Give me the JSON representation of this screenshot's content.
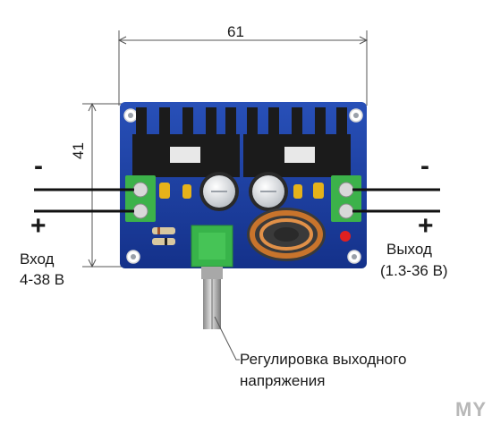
{
  "dimensions": {
    "width_label": "61",
    "height_label": "41"
  },
  "input": {
    "minus_sign": "-",
    "plus_sign": "+",
    "label": "Вход",
    "range": "4-38 В"
  },
  "output": {
    "minus_sign": "-",
    "plus_sign": "+",
    "label": "Выход",
    "range": "(1.3-36 В)"
  },
  "potentiometer": {
    "caption_line1": "Регулировка выходного",
    "caption_line2": "напряжения"
  },
  "watermark": "MY",
  "colors": {
    "pcb": "#1c3fa0",
    "heatsink": "#1b1b1b",
    "terminal_block": "#3cb24a",
    "pot_body": "#38b44a",
    "inductor_copper": "#c8742c"
  }
}
